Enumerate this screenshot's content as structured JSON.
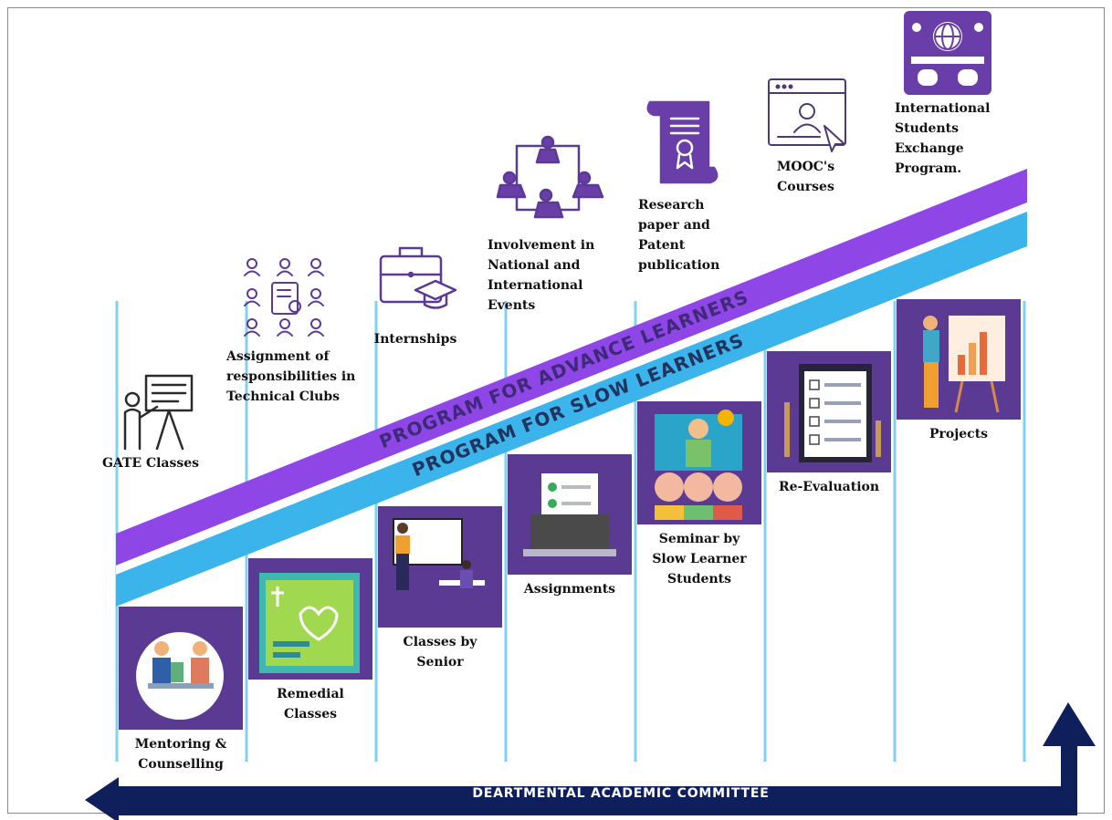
{
  "banners": {
    "advance": "PROGRAM FOR ADVANCE LEARNERS",
    "slow": "PROGRAM FOR SLOW LEARNERS"
  },
  "committee": "DEARTMENTAL ACADEMIC COMMITTEE",
  "advance_items": [
    {
      "lines": [
        "GATE Classes"
      ],
      "icon": "teacher-board-icon"
    },
    {
      "lines": [
        "Assignment of",
        "responsibilities in",
        "Technical Clubs"
      ],
      "icon": "team-network-icon"
    },
    {
      "lines": [
        "Internships"
      ],
      "icon": "briefcase-graduation-icon"
    },
    {
      "lines": [
        "Involvement in",
        "National and",
        "International",
        "Events"
      ],
      "icon": "connected-people-icon"
    },
    {
      "lines": [
        "Research",
        "paper and",
        "Patent",
        "publication"
      ],
      "icon": "certificate-scroll-icon"
    },
    {
      "lines": [
        "MOOC's",
        "Courses"
      ],
      "icon": "online-course-icon"
    },
    {
      "lines": [
        "International",
        "Students",
        "Exchange",
        "Program."
      ],
      "icon": "globe-exchange-icon"
    }
  ],
  "slow_steps": [
    {
      "lines": [
        "Mentoring &",
        "Counselling"
      ],
      "icon": "mentoring-illustration"
    },
    {
      "lines": [
        "Remedial",
        "Classes"
      ],
      "icon": "health-report-illustration"
    },
    {
      "lines": [
        "Classes by",
        "Senior"
      ],
      "icon": "classroom-illustration"
    },
    {
      "lines": [
        "Assignments"
      ],
      "icon": "laptop-checklist-illustration"
    },
    {
      "lines": [
        "Seminar by",
        "Slow Learner",
        "Students"
      ],
      "icon": "seminar-illustration"
    },
    {
      "lines": [
        "Re-Evaluation"
      ],
      "icon": "clipboard-checklist-illustration"
    },
    {
      "lines": [
        "Projects"
      ],
      "icon": "presentation-chart-illustration"
    }
  ],
  "colors": {
    "purple_dark": "#5b3a93",
    "purple_band": "#8f46e6",
    "blue_band": "#3bb4ec",
    "navy": "#0f1f5c",
    "icon_purple": "#6a3ea8"
  }
}
